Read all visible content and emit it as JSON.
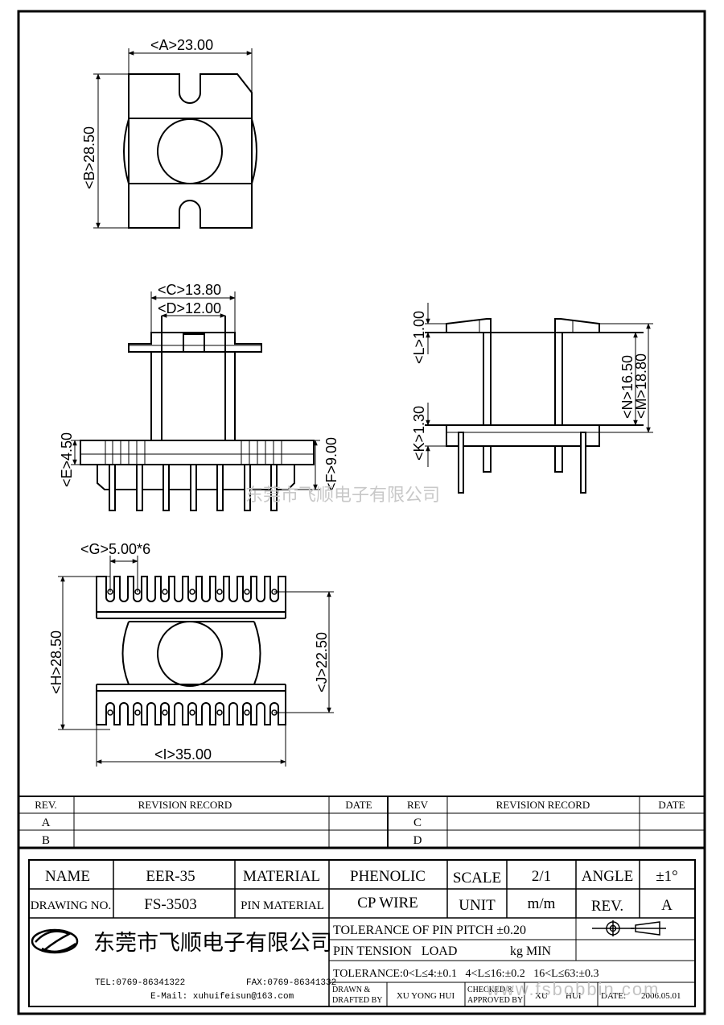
{
  "dimensions": {
    "A": "<A>23.00",
    "B": "<B>28.50",
    "C": "<C>13.80",
    "D": "<D>12.00",
    "E": "<E>4.50",
    "F": "<F>9.00",
    "G": "<G>5.00*6",
    "H": "<H>28.50",
    "I": "<I>35.00",
    "J": "<J>22.50",
    "K": "<K>1.30",
    "L": "<L>1.00",
    "M": "<M>18.80",
    "N": "<N>16.50"
  },
  "watermark": "东莞市飞顺电子有限公司",
  "revision_table": {
    "left_headers": [
      "REV.",
      "REVISION RECORD",
      "DATE"
    ],
    "right_headers": [
      "REV",
      "REVISION RECORD",
      "DATE"
    ],
    "left_revs": [
      "A",
      "B"
    ],
    "right_revs": [
      "C",
      "D"
    ]
  },
  "title_block": {
    "name_label": "NAME",
    "name_value": "EER-35",
    "material_label": "MATERIAL",
    "material_value": "PHENOLIC",
    "scale_label": "SCALE",
    "scale_value": "2/1",
    "angle_label": "ANGLE",
    "angle_value": "±1°",
    "drawing_no_label": "DRAWING NO.",
    "drawing_no_value": "FS-3503",
    "pin_material_label": "PIN MATERIAL",
    "pin_material_value": "CP WIRE",
    "unit_label": "UNIT",
    "unit_value": "m/m",
    "rev_label": "REV.",
    "rev_value": "A",
    "company": "东莞市飞顺电子有限公司",
    "tel": "TEL:0769-86341322",
    "fax": "FAX:0769-86341332",
    "email": "E-Mail: xuhuifeisun@163.com",
    "tolerance_pin_pitch": "TOLERANCE OF PIN PITCH ±0.20",
    "pin_tension_label": "PIN TENSION   LOAD",
    "pin_tension_unit": "kg MIN",
    "tolerance_general": "TOLERANCE:0<L≤4:±0.1   4<L≤16:±0.2   16<L≤63:±0.3",
    "drawn_label_1": "DRAWN &",
    "drawn_label_2": "DRAFTED BY",
    "drawn_value": "XU YONG HUI",
    "checked_label_1": "CHECKED &",
    "checked_label_2": "APPROVED BY",
    "checked_value_1": "XU",
    "checked_value_2": "HUI",
    "date_label": "DATE:",
    "date_value": "2006.05.01",
    "site_watermark": "www.fsbobbin.com"
  }
}
